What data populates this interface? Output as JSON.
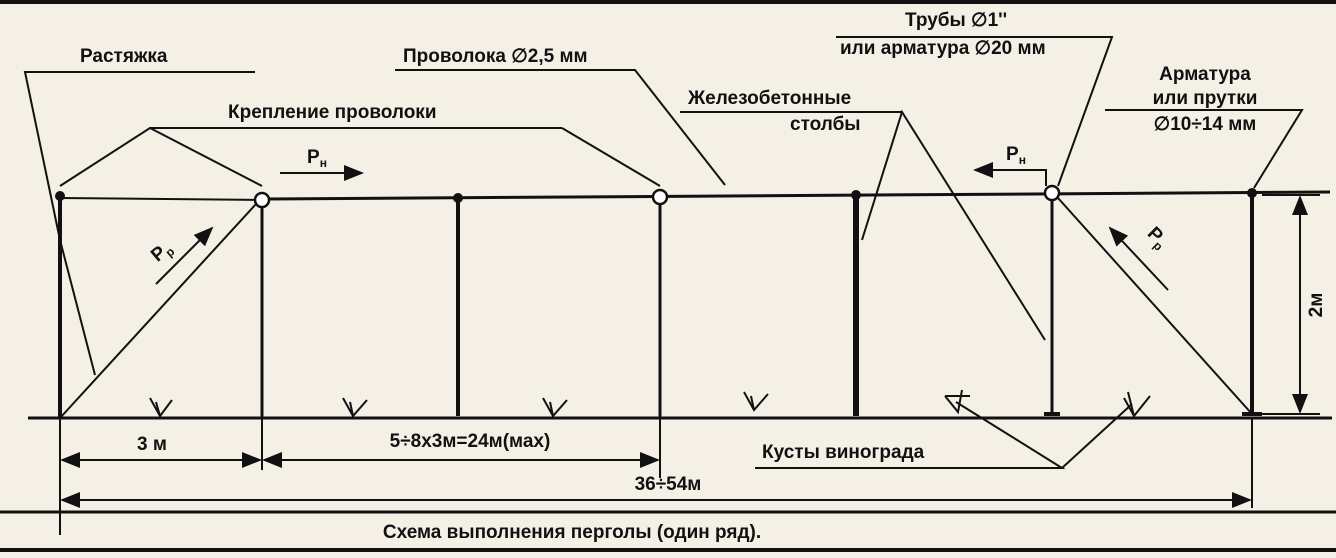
{
  "labels": {
    "guy_wire": "Растяжка",
    "wire": "Проволока ∅2,5 мм",
    "pipes_line1": "Трубы ∅1''",
    "pipes_line2": "или арматура ∅20 мм",
    "rebar_line1": "Арматура",
    "rebar_line2": "или прутки",
    "rebar_line3": "∅10÷14 мм",
    "wire_fastening": "Крепление проволоки",
    "concrete_posts_line1": "Железобетонные",
    "concrete_posts_line2": "столбы",
    "force_h": "P",
    "force_h_sub": "н",
    "force_r": "P",
    "force_r_sub": "р",
    "height": "2м",
    "dim_guy": "3 м",
    "dim_span": "5÷8х3м=24м(мах)",
    "dim_total": "36÷54м",
    "vines": "Кусты винограда",
    "caption": "Схема выполнения перголы (один ряд)."
  }
}
